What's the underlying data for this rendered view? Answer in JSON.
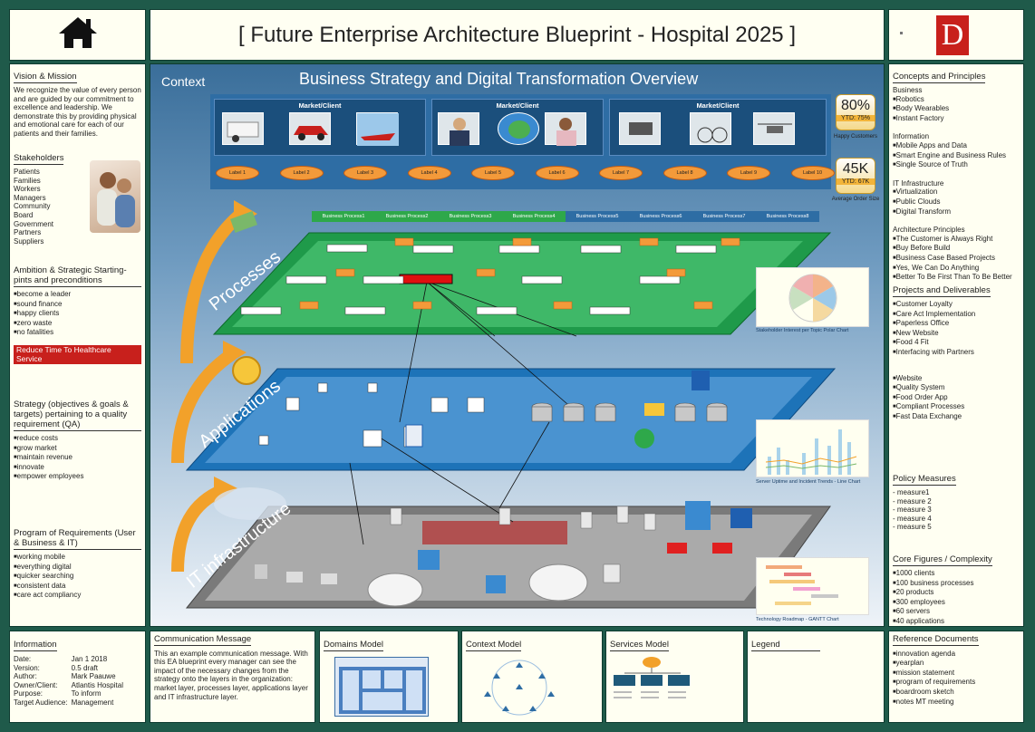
{
  "title": "[ Future Enterprise Architecture Blueprint - Hospital 2025 ]",
  "logo_letter": "D",
  "left": {
    "vision": {
      "heading": "Vision & Mission",
      "text": "We recognize the value of every person and are guided by our commitment to excellence and leadership. We demonstrate this by providing physical and emotional care for each of our patients and their families."
    },
    "stakeholders": {
      "heading": "Stakeholders",
      "items": [
        "Patients",
        "Families",
        "Workers",
        "Managers",
        "Community",
        "Board",
        "Government",
        "Partners",
        "Suppliers"
      ]
    },
    "ambition": {
      "heading": "Ambition & Strategic Starting-pints and preconditions",
      "items": [
        "become a leader",
        "sound finance",
        "happy clients",
        "zero waste",
        "no fatalities"
      ],
      "highlight": "Reduce Time To Healthcare Service"
    },
    "strategy": {
      "heading": "Strategy (objectives & goals & targets) pertaining to a quality requirement (QA)",
      "items": [
        "reduce costs",
        "grow market",
        "maintain revenue",
        "innovate",
        "empower employees"
      ]
    },
    "program": {
      "heading": "Program of Requirements (User & Business & IT)",
      "items": [
        "working mobile",
        "everything digital",
        "quicker searching",
        "consistent data",
        "care act compliancy"
      ]
    }
  },
  "main": {
    "context": "Context",
    "title": "Business Strategy and Digital Transformation Overview",
    "market_titles": [
      "Market/Client",
      "Market/Client",
      "Market/Client"
    ],
    "labels": [
      "Label 1",
      "Label 2",
      "Label 3",
      "Label 4",
      "Label 5",
      "Label 6",
      "Label 7",
      "Label 8",
      "Label 9",
      "Label 10"
    ],
    "kpi1": {
      "value": "80%",
      "ytd": "YTD: 75%",
      "caption": "Happy Customers"
    },
    "kpi2": {
      "value": "45K",
      "ytd": "YTD: 67K",
      "caption": "Average Order Size"
    },
    "business_processes": [
      "Business Process1",
      "Business Process2",
      "Business Process3",
      "Business Process4",
      "Business Process5",
      "Business Process6",
      "Business Process7",
      "Business Process8"
    ],
    "layers": {
      "processes": "Processes",
      "applications": "Applications",
      "infra": "IT infrastructure"
    },
    "chart_captions": [
      "Stakeholder Interest per Topic Polar Chart",
      "Server Uptime and Incident Trends - Line Chart",
      "Technology Roadmap - GANTT Chart"
    ]
  },
  "right": {
    "concepts": {
      "heading": "Concepts and Principles",
      "business": "Business",
      "business_items": [
        "Robotics",
        "Body Wearables",
        "Instant Factory"
      ],
      "information": "Information",
      "information_items": [
        "Mobile Apps and Data",
        "Smart Engine and Business Rules",
        "Single Source of Truth"
      ],
      "it": "IT Infrastructure",
      "it_items": [
        "Virtualization",
        "Public Clouds",
        "Digital Transform"
      ],
      "arch": "Architecture Principles",
      "arch_items": [
        "The Customer is Always Right",
        "Buy Before Build",
        "Business Case Based Projects",
        "Yes, We Can Do Anything",
        "Better To Be First Than To Be Better"
      ]
    },
    "projects": {
      "heading": "Projects and Deliverables",
      "items": [
        "Customer Loyalty",
        "Care Act Implementation",
        "Paperless Office",
        "New Website",
        "Food 4 Fit",
        "Interfacing with Partners"
      ],
      "items2": [
        "Website",
        "Quality System",
        "Food Order App",
        "Compliant Processes",
        "Fast Data Exchange"
      ]
    },
    "policy": {
      "heading": "Policy Measures",
      "items": [
        "measure1",
        "measure 2",
        "measure 3",
        "measure 4",
        "measure 5"
      ]
    },
    "figures": {
      "heading": "Core Figures / Complexity",
      "items": [
        "1000 clients",
        "100 business processes",
        "20 products",
        "300 employees",
        "60 servers",
        "40 applications"
      ]
    }
  },
  "bottom": {
    "information": {
      "heading": "Information",
      "rows": [
        [
          "Date:",
          "Jan 1 2018"
        ],
        [
          "Version:",
          "0.5 draft"
        ],
        [
          "Author:",
          "Mark Paauwe"
        ],
        [
          "Owner/Client:",
          "Atlantis Hospital"
        ],
        [
          "Purpose:",
          "To inform"
        ],
        [
          "Target Audience:",
          "Management"
        ]
      ]
    },
    "communication": {
      "heading": "Communication Message",
      "text": "This an example communication message. With this EA blueprint every manager can see the impact of the necessary changes from the strategy onto the layers in the organization: market layer, processes layer, applications layer and IT infrastructure layer."
    },
    "domains": {
      "heading": "Domains Model"
    },
    "context": {
      "heading": "Context Model"
    },
    "services": {
      "heading": "Services Model"
    },
    "legend": {
      "heading": "Legend"
    },
    "references": {
      "heading": "Reference Documents",
      "items": [
        "innovation agenda",
        "yearplan",
        "mission statement",
        "program of requirements",
        "boardroom sketch",
        "notes MT meeting"
      ]
    }
  }
}
